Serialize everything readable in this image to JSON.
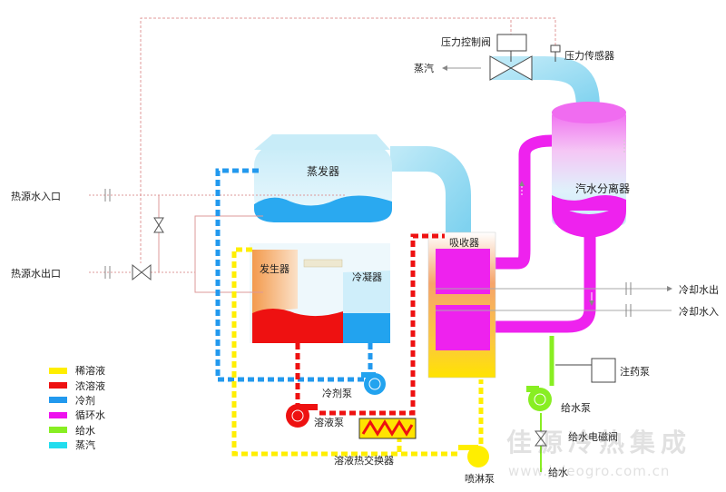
{
  "labels": {
    "pressure_valve": "压力控制阀",
    "pressure_sensor": "压力传感器",
    "steam_out": "蒸汽",
    "evaporator": "蒸发器",
    "separator": "汽水分离器",
    "absorber": "吸收器",
    "generator": "发生器",
    "condenser": "冷凝器",
    "heat_in": "热源水入口",
    "heat_out": "热源水出口",
    "cool_out": "冷却水出",
    "cool_in": "冷却水入",
    "refrigerant_pump": "冷剂泵",
    "solution_pump": "溶液泵",
    "heat_exchanger": "溶液热交换器",
    "spray_pump": "喷淋泵",
    "dosing_pump": "注药泵",
    "feed_pump": "给水泵",
    "feed_valve": "给水电磁阀",
    "feed_water": "给水"
  },
  "legend": [
    {
      "label": "稀溶液",
      "color": "#ffee00"
    },
    {
      "label": "浓溶液",
      "color": "#ee1111"
    },
    {
      "label": "冷剂",
      "color": "#2299ee"
    },
    {
      "label": "循环水",
      "color": "#ee11ee"
    },
    {
      "label": "给水",
      "color": "#88ee22"
    },
    {
      "label": "蒸汽",
      "color": "#22ddee"
    }
  ],
  "watermark": {
    "name": "佳源冷热集成",
    "url": "www.jyleogro.com.cn"
  }
}
